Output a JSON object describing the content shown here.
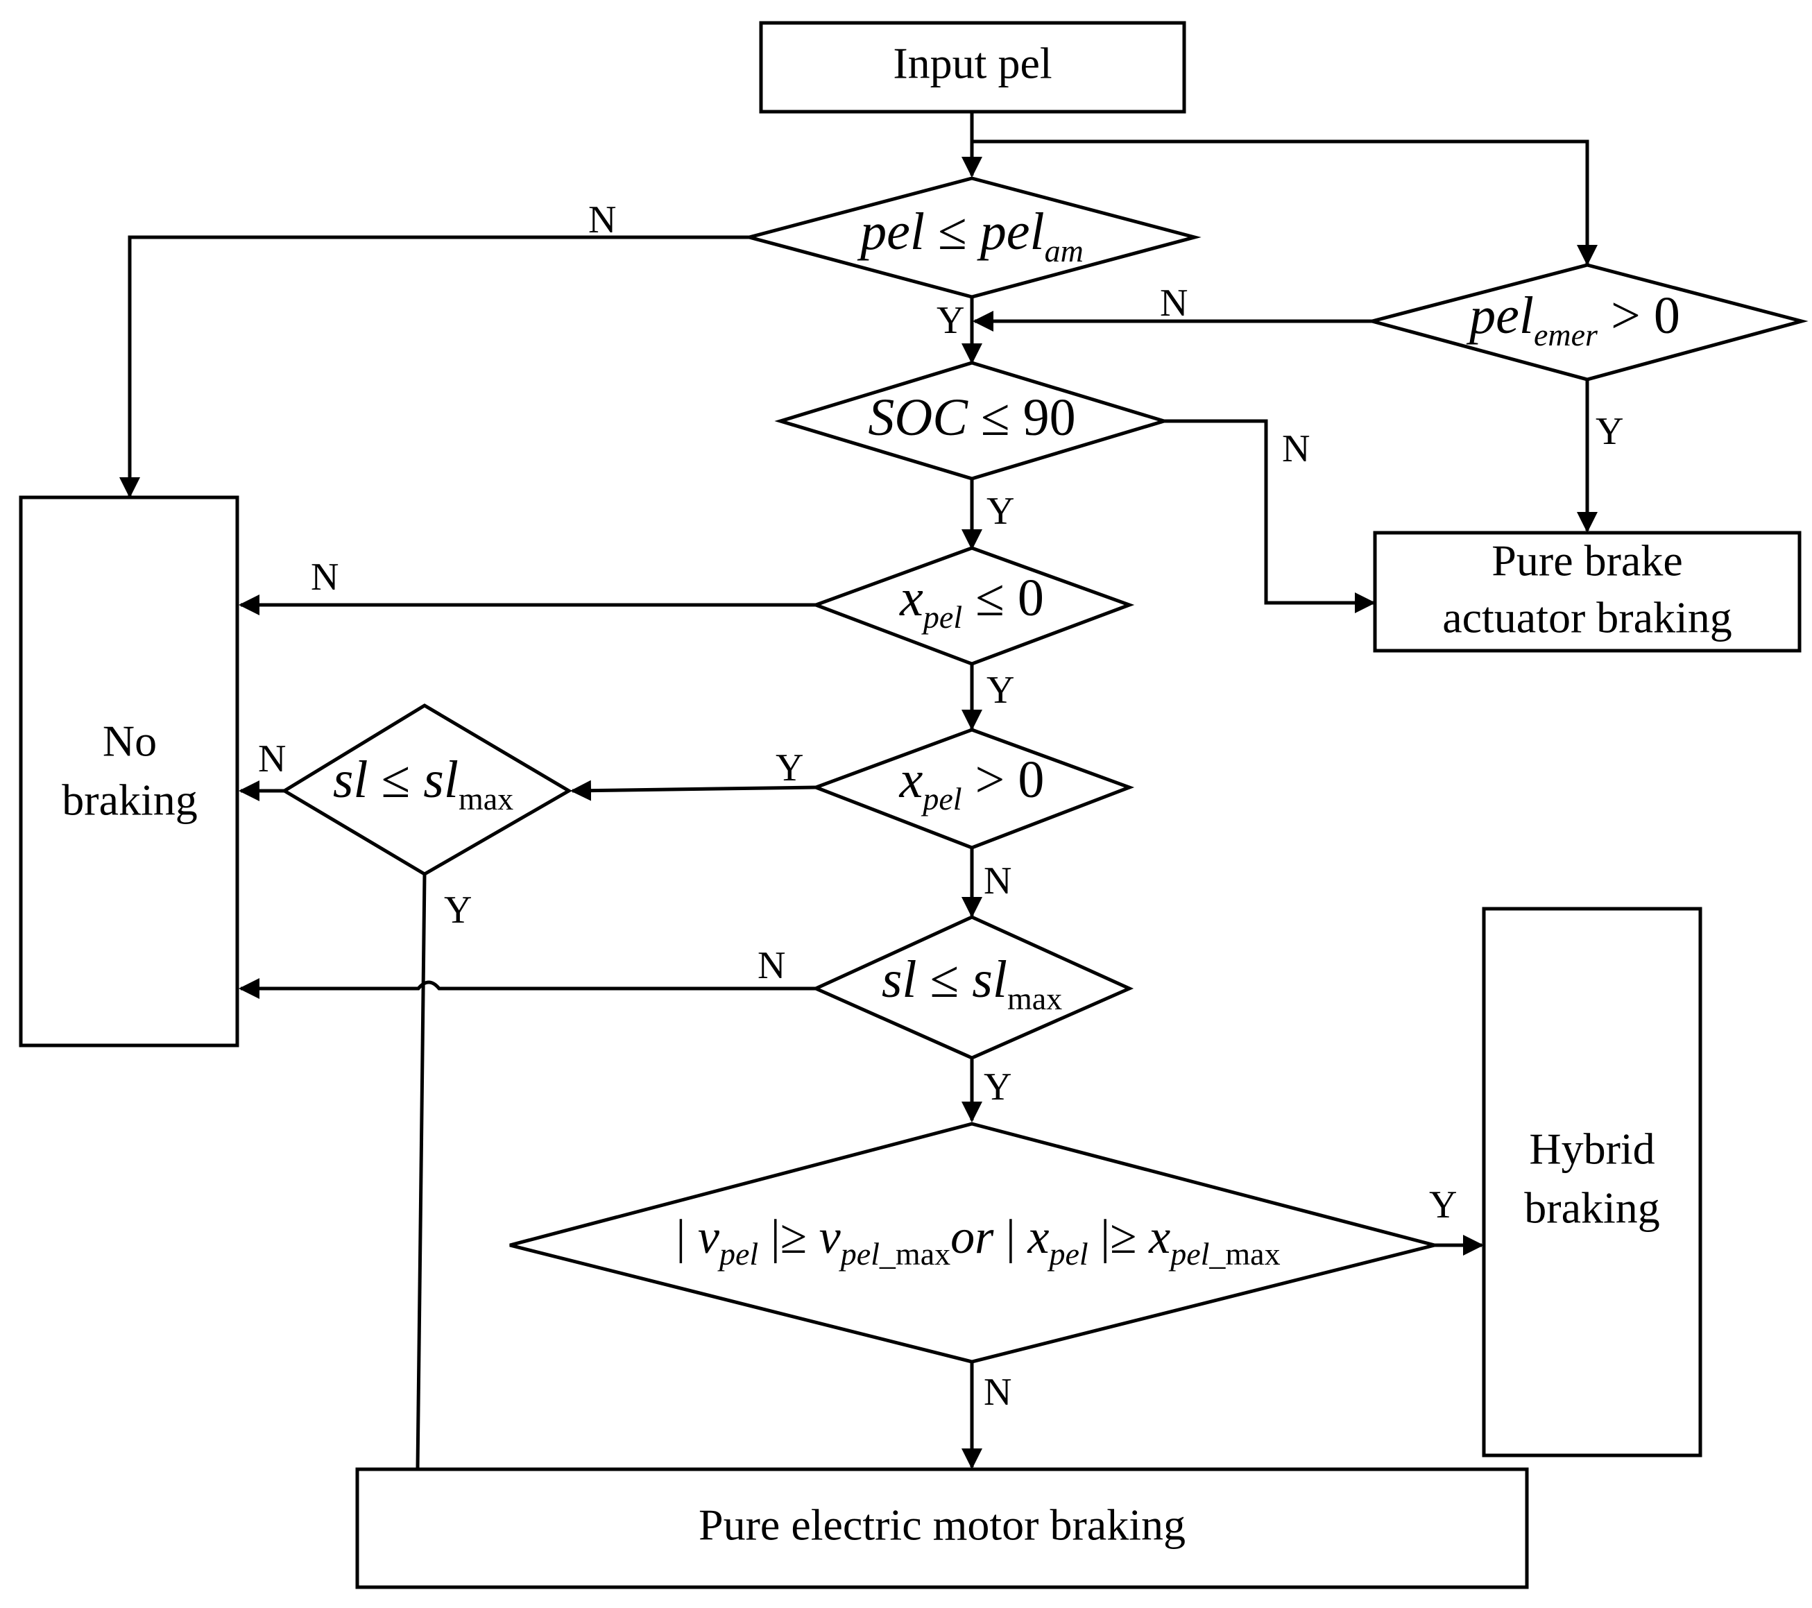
{
  "nodes": {
    "input": "Input pel",
    "no_braking_1": "No",
    "no_braking_2": "braking",
    "pure_brake_1": "Pure brake",
    "pure_brake_2": "actuator braking",
    "hybrid_1": "Hybrid",
    "hybrid_2": "braking",
    "pure_electric": "Pure electric motor braking"
  },
  "decisions": {
    "d1": {
      "a": "pel",
      "op": " ≤ ",
      "b": "pel",
      "sub": "am"
    },
    "d_emer": {
      "a": "pel",
      "sub": "emer",
      "rest": " > 0"
    },
    "d_soc": {
      "a": "SOC",
      "rest": " ≤ 90"
    },
    "d_x1": {
      "a": "x",
      "sub": "pel",
      "rest": " ≤ 0"
    },
    "d_x2": {
      "a": "x",
      "sub": "pel",
      "rest": " > 0"
    },
    "d_sl_left": {
      "a": "sl",
      "op": " ≤ ",
      "b": "sl",
      "sub": "max"
    },
    "d_sl_center": {
      "a": "sl",
      "op": " ≤ ",
      "b": "sl",
      "sub": "max"
    },
    "d_final": {
      "bar1": "| ",
      "v1": "v",
      "v1_sub": "pel",
      "bar2": " |≥ ",
      "v2": "v",
      "v2_sub": "pel",
      "v2_sub2": "_max",
      "or": "or",
      "bar3": " | ",
      "x1": "x",
      "x1_sub": "pel",
      "bar4": " |≥ ",
      "x2": "x",
      "x2_sub": "pel",
      "x2_sub2": "_max"
    }
  },
  "branch_labels": {
    "d1_no": "N",
    "d1_yes": "Y",
    "emer_no": "N",
    "emer_yes": "Y",
    "soc_no": "N",
    "soc_yes": "Y",
    "x1_no": "N",
    "x1_yes": "Y",
    "x2_yes": "Y",
    "x2_no": "N",
    "sl_left_no": "N",
    "sl_left_yes": "Y",
    "sl_center_no": "N",
    "sl_center_yes": "Y",
    "final_yes": "Y",
    "final_no": "N"
  }
}
